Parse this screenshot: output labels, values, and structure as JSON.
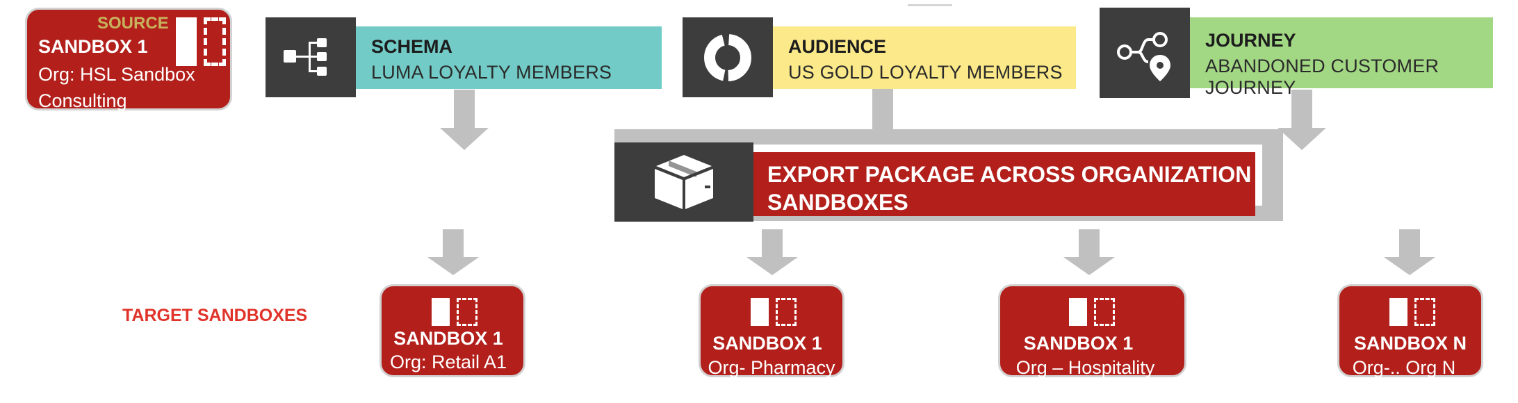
{
  "source": {
    "label": "SOURCE",
    "title": "SANDBOX 1",
    "org_line1": "Org: HSL Sandbox",
    "org_line2": "Consulting Marketplace"
  },
  "entities": [
    {
      "icon": "schema-hierarchy-icon",
      "title": "SCHEMA",
      "subtitle": "LUMA LOYALTY MEMBERS",
      "color": "#72cbc6"
    },
    {
      "icon": "audience-donut-icon",
      "title": "AUDIENCE",
      "subtitle": "US GOLD LOYALTY MEMBERS",
      "color": "#fbe98a"
    },
    {
      "icon": "journey-path-icon",
      "title": "JOURNEY",
      "subtitle": "ABANDONED CUSTOMER JOURNEY",
      "color": "#a2d784"
    }
  ],
  "export": {
    "icon": "package-box-icon",
    "line1": "EXPORT PACKAGE ACROSS ORGANIZATION",
    "line2": "SANDBOXES"
  },
  "targets_label": "TARGET SANDBOXES",
  "targets": [
    {
      "title": "SANDBOX 1",
      "org": "Org: Retail A1"
    },
    {
      "title": "SANDBOX 1",
      "org": "Org- Pharmacy"
    },
    {
      "title": "SANDBOX 1",
      "org": "Org – Hospitality"
    },
    {
      "title": "SANDBOX N",
      "org": "Org-.. Org N"
    }
  ],
  "colors": {
    "sandbox_red": "#b3201b",
    "dark_icon_bg": "#3d3d3d",
    "connector_gray": "#c0c0c0",
    "target_label_red": "#e0342a",
    "source_label_gold": "#c7b35d"
  }
}
